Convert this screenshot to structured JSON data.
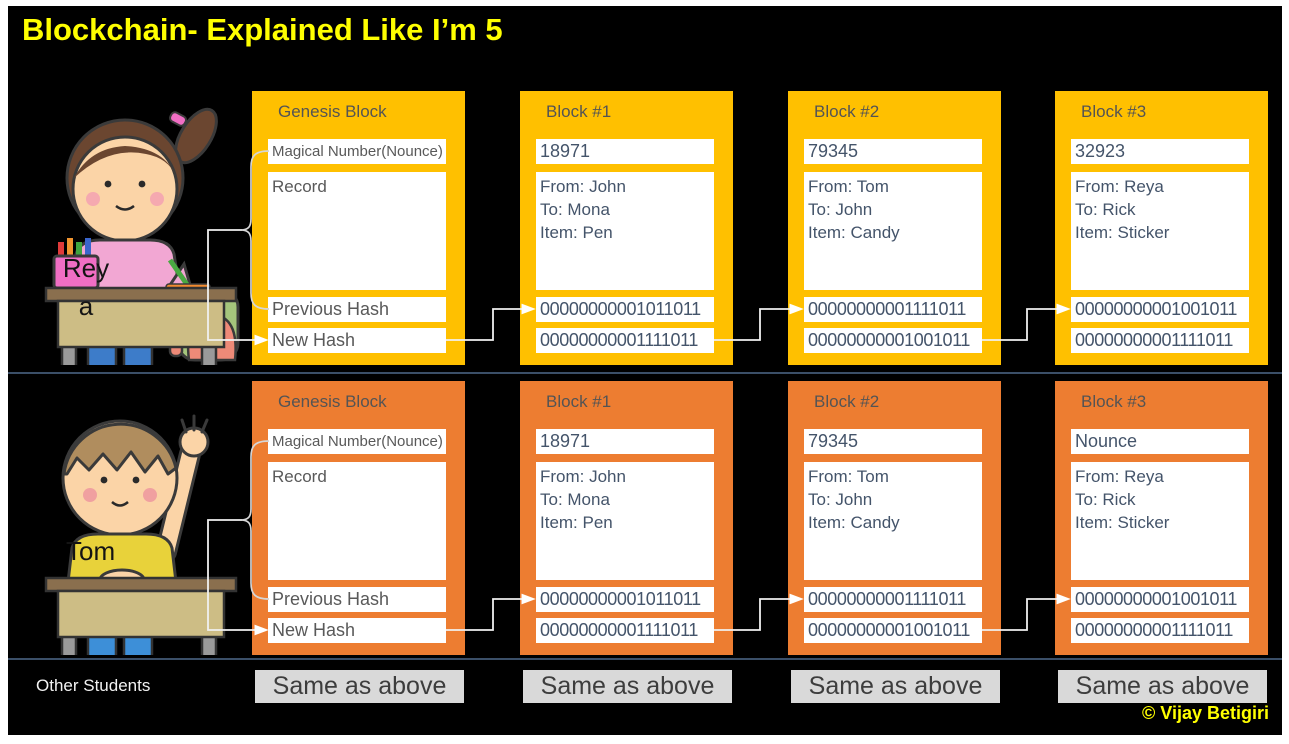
{
  "slide": {
    "title": "Blockchain- Explained Like I’m 5",
    "copyright": "© Vijay Betigiri"
  },
  "colors": {
    "title_yellow": "#FFFF00",
    "reya_block": "#FFC000",
    "tom_block": "#ED7D31",
    "same_box_bg": "#D9D9D9",
    "slide_bg": "#000000",
    "divider": "#3b4f68"
  },
  "rows": [
    {
      "student": "Reya",
      "blocks": [
        {
          "title": "Genesis Block",
          "nounce": "Magical Number(Nounce)",
          "record": "Record",
          "prev_hash": "Previous Hash",
          "new_hash": "New Hash"
        },
        {
          "title": "Block #1",
          "nounce": "18971",
          "record": "From: John\nTo: Mona\nItem: Pen",
          "prev_hash": "00000000001011011",
          "new_hash": "00000000001111011"
        },
        {
          "title": "Block #2",
          "nounce": "79345",
          "record": "From: Tom\nTo: John\nItem: Candy",
          "prev_hash": "00000000001111011",
          "new_hash": "00000000001001011"
        },
        {
          "title": "Block #3",
          "nounce": "32923",
          "record": "From: Reya\nTo: Rick\nItem: Sticker",
          "prev_hash": "00000000001001011",
          "new_hash": "00000000001111011"
        }
      ]
    },
    {
      "student": "Tom",
      "blocks": [
        {
          "title": "Genesis Block",
          "nounce": "Magical Number(Nounce)",
          "record": "Record",
          "prev_hash": "Previous Hash",
          "new_hash": "New Hash"
        },
        {
          "title": "Block #1",
          "nounce": "18971",
          "record": "From: John\nTo: Mona\nItem: Pen",
          "prev_hash": "00000000001011011",
          "new_hash": "00000000001111011"
        },
        {
          "title": "Block #2",
          "nounce": "79345",
          "record": "From: Tom\nTo: John\nItem: Candy",
          "prev_hash": "00000000001111011",
          "new_hash": "00000000001001011"
        },
        {
          "title": "Block #3",
          "nounce": "Nounce",
          "record": "From: Reya\nTo: Rick\nItem: Sticker",
          "prev_hash": "00000000001001011",
          "new_hash": "00000000001111011"
        }
      ]
    }
  ],
  "footer": {
    "label": "Other Students",
    "same_as_above": [
      "Same as above",
      "Same as above",
      "Same as above",
      "Same as above"
    ]
  }
}
